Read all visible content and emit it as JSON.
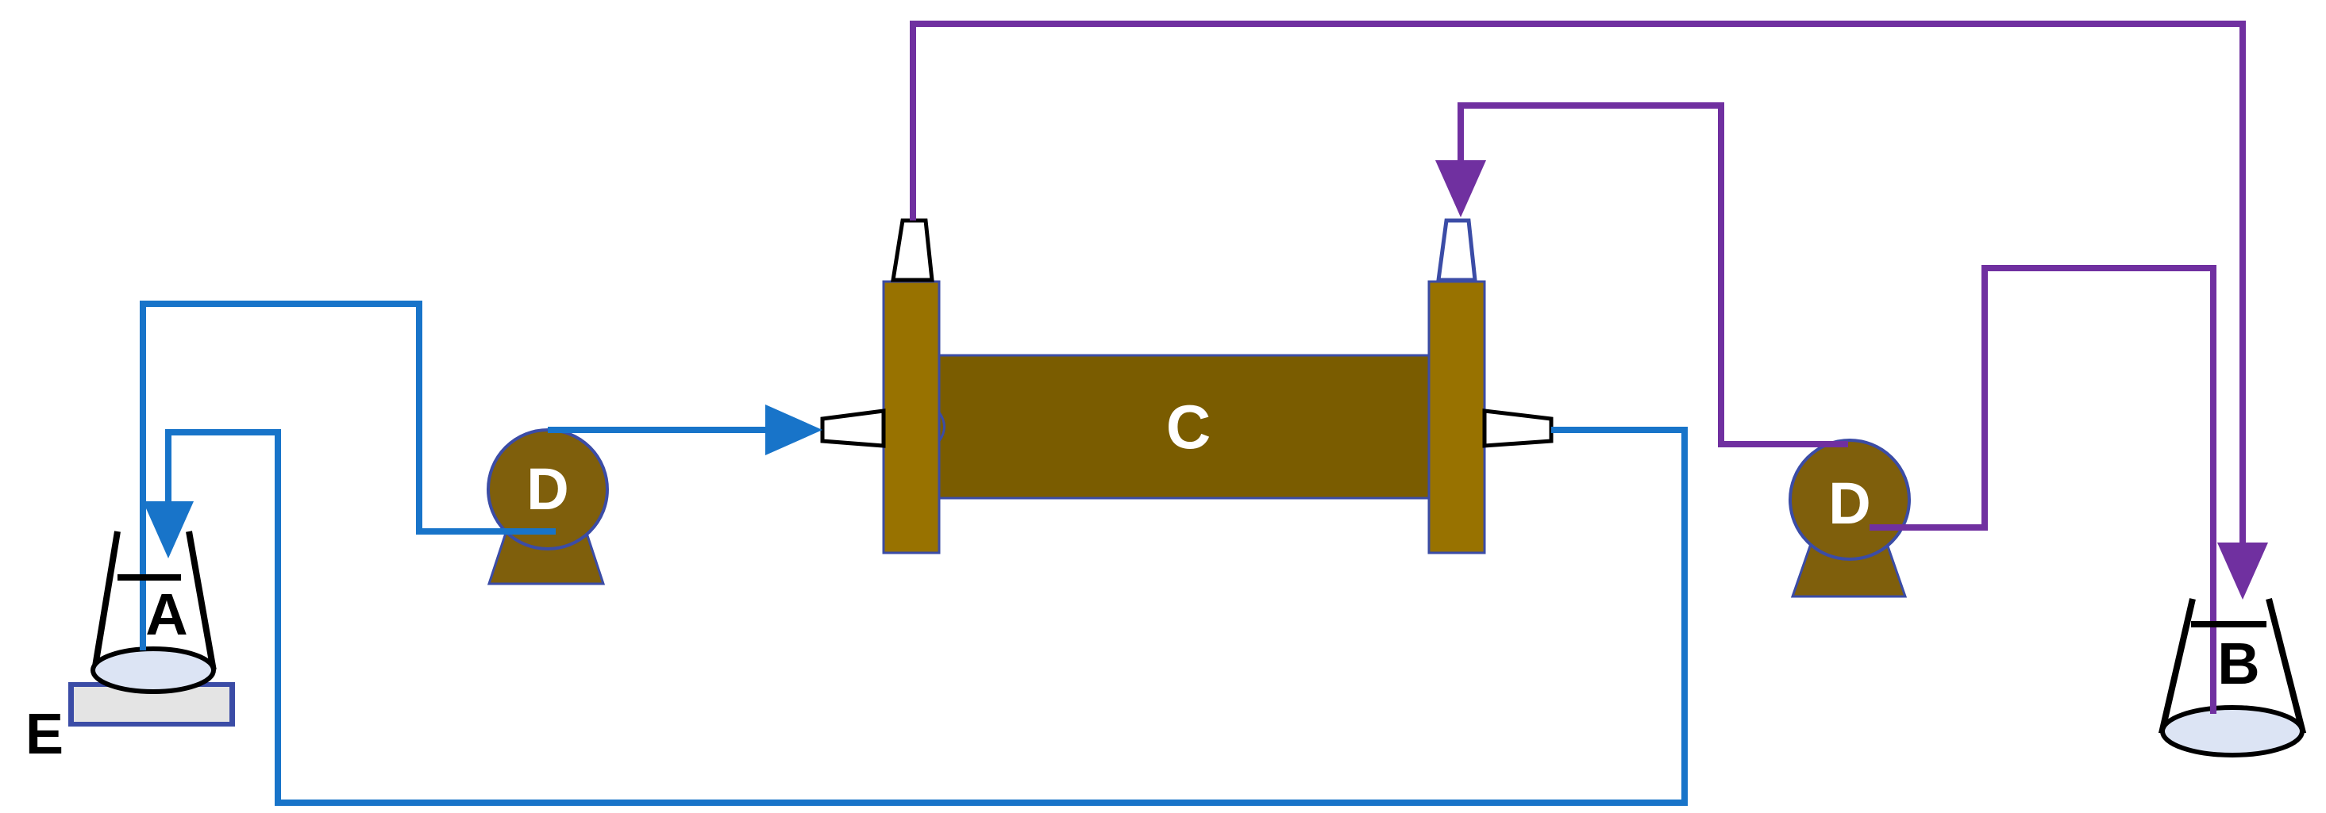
{
  "labels": {
    "flask_a": "A",
    "flask_b": "B",
    "column": "C",
    "pump_left": "D",
    "pump_right": "D",
    "stirrer": "E"
  },
  "colors": {
    "blue_line": "#1874c9",
    "purple_line": "#7030a0",
    "column_body": "#7a5c00",
    "column_flange": "#987200",
    "pump": "#7f5f0c",
    "liquid": "#dce4f4",
    "stirrer_plate": "#e4e4e4",
    "stirrer_border": "#3b4ca6"
  }
}
